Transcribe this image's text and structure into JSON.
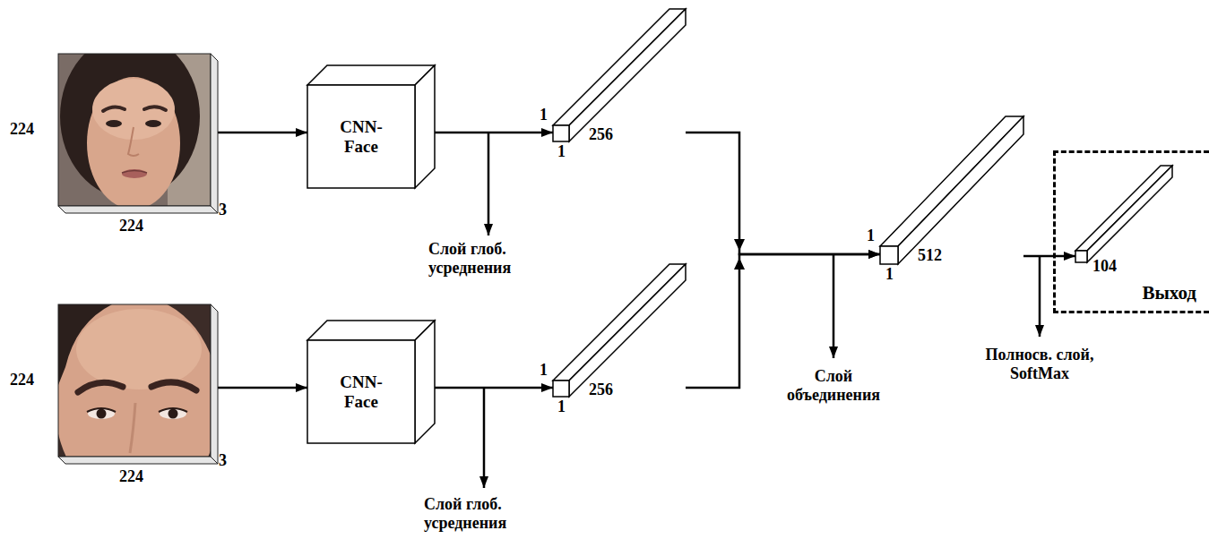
{
  "diagram": {
    "nodes": [
      {
        "text": [
          "224",
          "224",
          "3"
        ]
      },
      {
        "text": [
          "CNN- Face"
        ]
      },
      {
        "text": [
          "1",
          "1",
          "256"
        ]
      },
      {
        "text": [
          "224",
          "224",
          "3"
        ]
      },
      {
        "text": [
          "CNN- Face"
        ]
      },
      {
        "text": [
          "1",
          "1",
          "256"
        ]
      },
      {
        "text": [
          "1",
          "1",
          "512"
        ]
      },
      {
        "text": [
          "Выход"
        ]
      },
      {
        "text": [
          "104"
        ],
        "in": 7
      }
    ],
    "edges": [
      {
        "from": 0,
        "to": 1,
        "arrow": "to"
      },
      {
        "from": 1,
        "to": 2,
        "arrow": "to"
      },
      {
        "from": 3,
        "to": 4,
        "arrow": "to"
      },
      {
        "from": 4,
        "to": 5,
        "arrow": "to"
      },
      {
        "from": 2,
        "to": 6,
        "arrow": "to"
      },
      {
        "from": 5,
        "to": 6,
        "arrow": "to"
      },
      {
        "from": 6,
        "to": 8,
        "arrow": "to"
      }
    ],
    "labels": [
      "Слой глоб. усреднения",
      "Слой глоб. усреднения",
      "Слой объединения",
      "Полносв. слой, SoftMax"
    ]
  }
}
